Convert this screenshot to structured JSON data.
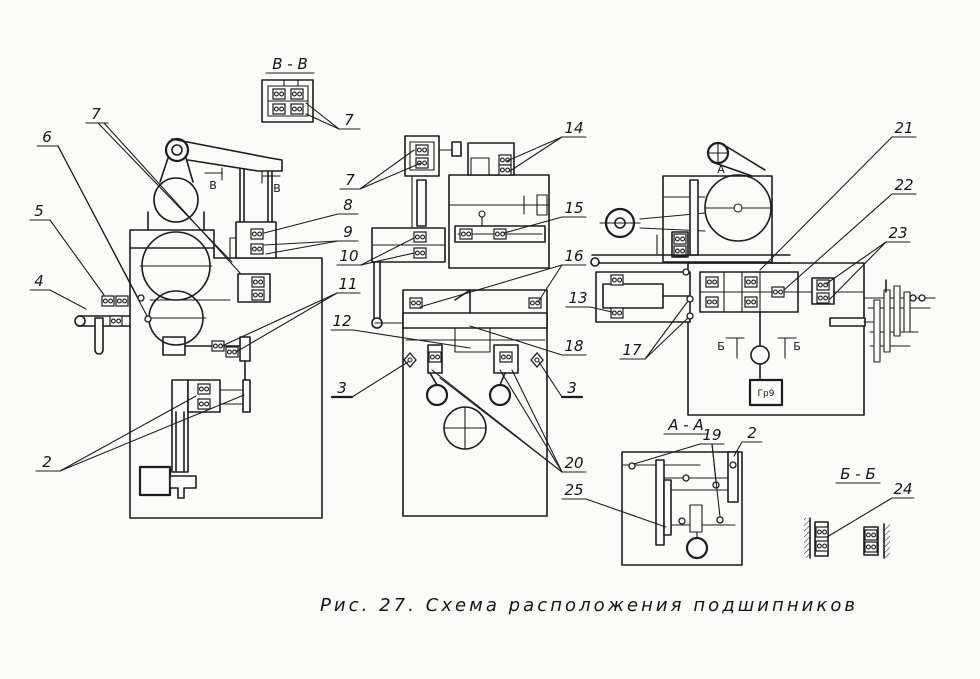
{
  "caption": "Рис. 27. Схема расположения подшипников",
  "section_labels": {
    "v_v": "В - В",
    "a_a": "А - А",
    "b_b": "Б - Б"
  },
  "cut_marks": {
    "v_left": "В",
    "v_right": "В",
    "a_top": "А",
    "b_left": "Б",
    "b_right": "Б"
  },
  "motor_label": "Гр9",
  "callouts": {
    "c2_left": "2",
    "c2_section": "2",
    "c3_left": "3",
    "c3_right": "3",
    "c4": "4",
    "c5": "5",
    "c6": "6",
    "c7_top": "7",
    "c7_section": "7",
    "c7_middle": "7",
    "c8": "8",
    "c9": "9",
    "c10": "10",
    "c11": "11",
    "c12": "12",
    "c13": "13",
    "c14": "14",
    "c15": "15",
    "c16": "16",
    "c17": "17",
    "c18": "18",
    "c19": "19",
    "c20": "20",
    "c21": "21",
    "c22": "22",
    "c23": "23",
    "c24": "24",
    "c25": "25"
  }
}
